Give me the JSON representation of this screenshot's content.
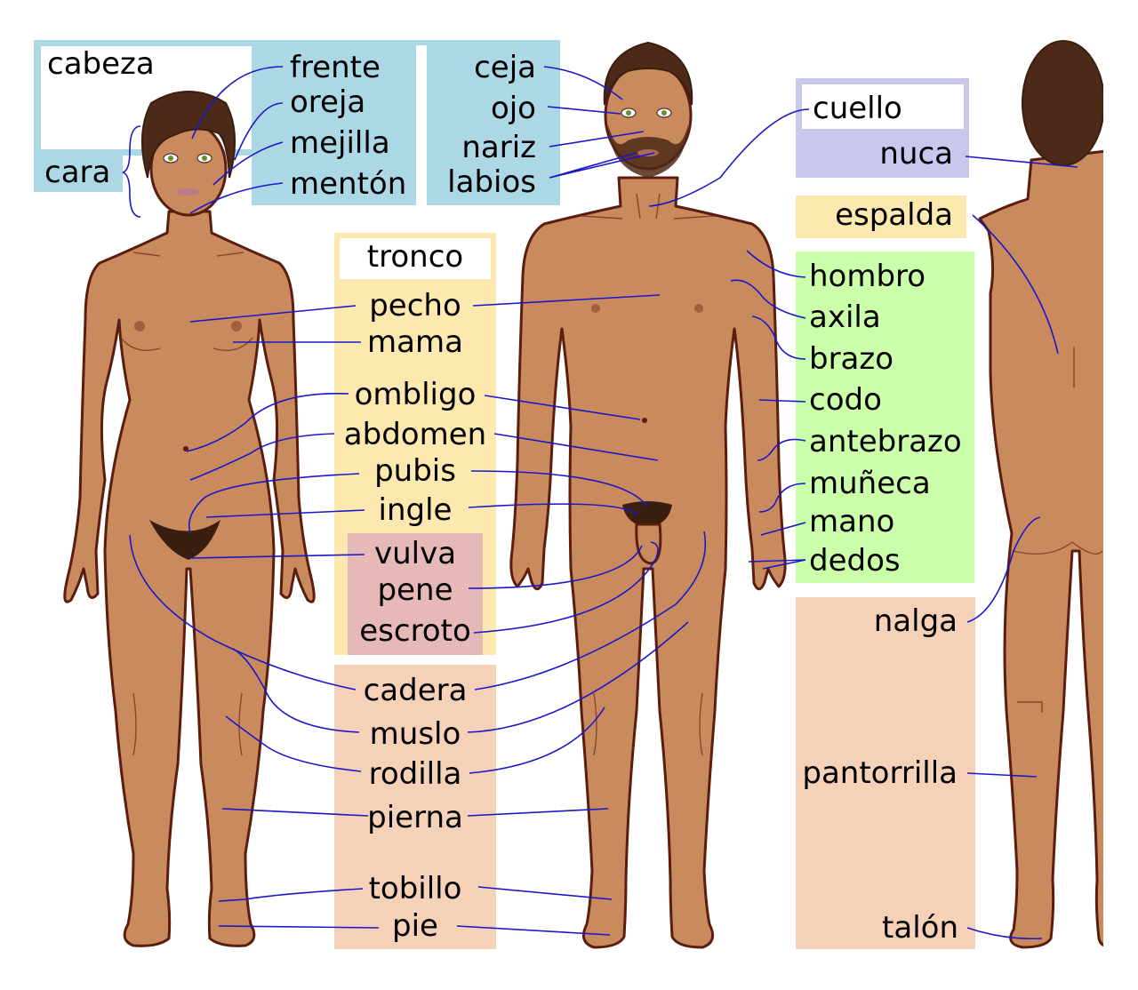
{
  "colors": {
    "skin": "#c98b5e",
    "outline": "#5a1d0e",
    "hair": "#4d2917",
    "pubic_hair": "#3a1f10",
    "leader_line": "#1a17c9",
    "box_head_blue": "#acd8e6",
    "box_neck_purple": "#c8c8ee",
    "box_trunk_yellow": "#fde9b0",
    "box_genital_pink": "#e7b8b8",
    "box_arm_green": "#ccffaa",
    "box_leg_peach": "#f5d1b8"
  },
  "groups": {
    "head": "cabeza",
    "face": "cara",
    "neck": "cuello",
    "trunk": "tronco"
  },
  "labels": {
    "frente": "frente",
    "oreja": "oreja",
    "mejilla": "mejilla",
    "menton": "mentón",
    "ceja": "ceja",
    "ojo": "ojo",
    "nariz": "nariz",
    "labios": "labios",
    "nuca": "nuca",
    "espalda": "espalda",
    "pecho": "pecho",
    "mama": "mama",
    "ombligo": "ombligo",
    "abdomen": "abdomen",
    "pubis": "pubis",
    "ingle": "ingle",
    "vulva": "vulva",
    "pene": "pene",
    "escroto": "escroto",
    "hombro": "hombro",
    "axila": "axila",
    "brazo": "brazo",
    "codo": "codo",
    "antebrazo": "antebrazo",
    "muneca": "muñeca",
    "mano": "mano",
    "dedos": "dedos",
    "nalga": "nalga",
    "cadera": "cadera",
    "muslo": "muslo",
    "rodilla": "rodilla",
    "pierna": "pierna",
    "pantorrilla": "pantorrilla",
    "tobillo": "tobillo",
    "pie": "pie",
    "talon": "talón"
  }
}
